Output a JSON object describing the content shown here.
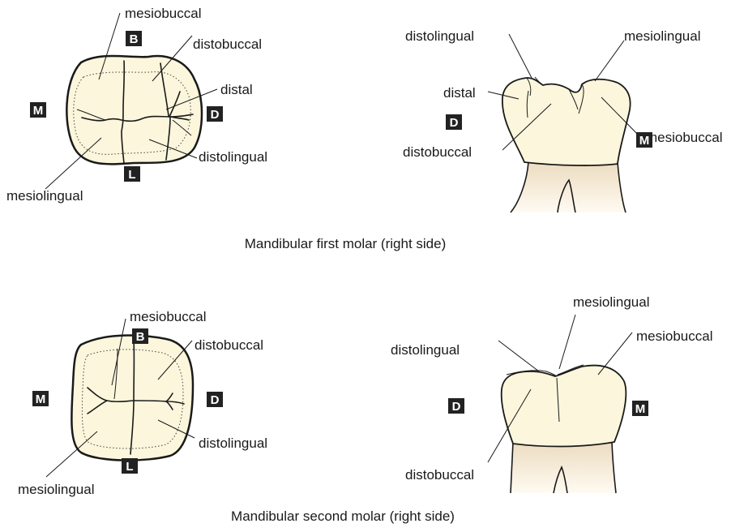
{
  "first_molar": {
    "caption": "Mandibular first molar (right side)",
    "occlusal": {
      "labels": {
        "mesiobuccal": "mesiobuccal",
        "distobuccal": "distobuccal",
        "distal": "distal",
        "distolingual": "distolingual",
        "mesiolingual": "mesiolingual"
      },
      "badges": {
        "buccal": "B",
        "mesial": "M",
        "distal": "D",
        "lingual": "L"
      }
    },
    "buccal_view": {
      "labels": {
        "distolingual": "distolingual",
        "mesiolingual": "mesiolingual",
        "distal": "distal",
        "mesiobuccal": "mesiobuccal",
        "distobuccal": "distobuccal"
      },
      "badges": {
        "distal": "D",
        "mesial": "M"
      }
    }
  },
  "second_molar": {
    "caption": "Mandibular second molar (right side)",
    "occlusal": {
      "labels": {
        "mesiobuccal": "mesiobuccal",
        "distobuccal": "distobuccal",
        "distolingual": "distolingual",
        "mesiolingual": "mesiolingual"
      },
      "badges": {
        "buccal": "B",
        "mesial": "M",
        "distal": "D",
        "lingual": "L"
      }
    },
    "buccal_view": {
      "labels": {
        "mesiolingual": "mesiolingual",
        "distolingual": "distolingual",
        "mesiobuccal": "mesiobuccal",
        "distobuccal": "distobuccal"
      },
      "badges": {
        "distal": "D",
        "mesial": "M"
      }
    }
  },
  "colors": {
    "enamel": "#fbf6dc",
    "root_top": "#ecdcc0",
    "root_bottom": "#fffaf2",
    "badge": "#222222"
  }
}
